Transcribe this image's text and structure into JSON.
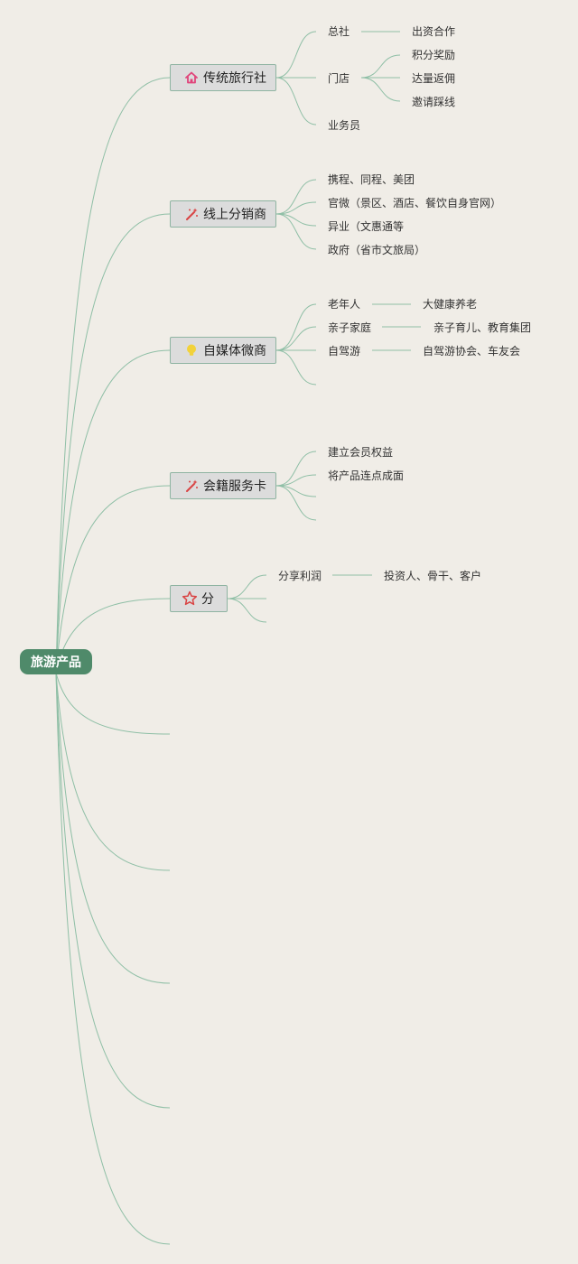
{
  "root": {
    "label": "旅游产品"
  },
  "branches": [
    {
      "label": "传统旅行社",
      "icon": "house-icon",
      "icon_color": "#e0447a",
      "items": [
        {
          "label": "总社",
          "sub": [
            "出资合作"
          ]
        },
        {
          "label": "门店",
          "sub": [
            "积分奖励",
            "达量返佣",
            "邀请踩线"
          ]
        },
        {
          "label": "业务员",
          "sub": []
        }
      ]
    },
    {
      "label": "线上分销商",
      "icon": "magic-wand-icon",
      "icon_color": "#d94444",
      "items": [
        {
          "label": "携程、同程、美团",
          "sub": []
        },
        {
          "label": "官微（景区、酒店、餐饮自身官网）",
          "sub": []
        },
        {
          "label": "异业（文惠通等",
          "sub": []
        },
        {
          "label": "政府（省市文旅局）",
          "sub": []
        }
      ]
    },
    {
      "label": "自媒体微商",
      "icon": "lightbulb-icon",
      "icon_color": "#f2d23a",
      "items": [
        {
          "label": "老年人",
          "sub": [
            "大健康养老"
          ]
        },
        {
          "label": "亲子家庭",
          "sub": [
            "亲子育儿、教育集团"
          ]
        },
        {
          "label": "自驾游",
          "sub": [
            "自驾游协会、车友会"
          ]
        },
        {
          "label": "",
          "sub": []
        }
      ]
    },
    {
      "label": "会籍服务卡",
      "icon": "magic-wand-icon",
      "icon_color": "#d94444",
      "items": [
        {
          "label": "建立会员权益",
          "sub": []
        },
        {
          "label": "将产品连点成面",
          "sub": []
        },
        {
          "label": "",
          "sub": []
        },
        {
          "label": "",
          "sub": []
        }
      ]
    },
    {
      "label": "分",
      "icon": "star-icon",
      "icon_color": "#d94444",
      "items": [
        {
          "label": "分享利润",
          "sub": [
            "投资人、骨干、客户"
          ]
        },
        {
          "label": "",
          "sub": []
        },
        {
          "label": "",
          "sub": []
        }
      ]
    },
    {
      "label": "",
      "items": []
    },
    {
      "label": "",
      "items": []
    },
    {
      "label": "",
      "items": []
    },
    {
      "label": "",
      "items": []
    },
    {
      "label": "",
      "items": []
    }
  ],
  "colors": {
    "background": "#f0ede7",
    "line": "#8fbfa6",
    "root_fill": "#4f8a6a",
    "topic_fill": "#dcdcdc",
    "topic_border": "#8fb4a2"
  }
}
